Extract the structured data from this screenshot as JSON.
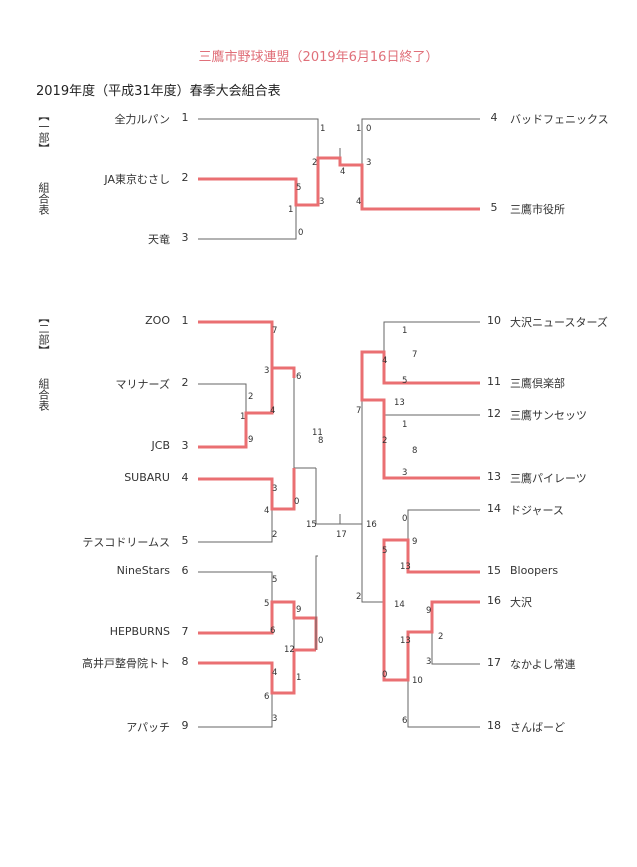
{
  "title": "三鷹市野球連盟（2019年6月16日終了）",
  "subtitle": "2019年度（平成31年度）春季大会組合表",
  "divisions": [
    {
      "bracket_label": "【一部】",
      "caption": "組合表"
    },
    {
      "bracket_label": "【二部】",
      "caption": "組合表"
    }
  ],
  "colors": {
    "winner": "#ea6f72",
    "line": "#666666",
    "title": "#e0707a"
  },
  "teams": [
    {
      "num": "1",
      "name": "全力ルパン"
    },
    {
      "num": "2",
      "name": "JA東京むさし"
    },
    {
      "num": "3",
      "name": "天竜"
    },
    {
      "num": "4",
      "name": "バッドフェニックス"
    },
    {
      "num": "5",
      "name": "三鷹市役所"
    },
    {
      "num": "1",
      "name": "ZOO"
    },
    {
      "num": "2",
      "name": "マリナーズ"
    },
    {
      "num": "3",
      "name": "JCB"
    },
    {
      "num": "4",
      "name": "SUBARU"
    },
    {
      "num": "5",
      "name": "テスコドリームス"
    },
    {
      "num": "6",
      "name": "NineStars"
    },
    {
      "num": "7",
      "name": "HEPBURNS"
    },
    {
      "num": "8",
      "name": "高井戸整骨院トト"
    },
    {
      "num": "9",
      "name": "アパッチ"
    },
    {
      "num": "10",
      "name": "大沢ニュースターズ"
    },
    {
      "num": "11",
      "name": "三鷹倶楽部"
    },
    {
      "num": "12",
      "name": "三鷹サンセッツ"
    },
    {
      "num": "13",
      "name": "三鷹パイレーツ"
    },
    {
      "num": "14",
      "name": "ドジャース"
    },
    {
      "num": "15",
      "name": "Bloopers"
    },
    {
      "num": "16",
      "name": "大沢"
    },
    {
      "num": "17",
      "name": "なかよし常連"
    },
    {
      "num": "18",
      "name": "さんばーど"
    }
  ],
  "scores": [
    "1",
    "1",
    "2",
    "5",
    "1",
    "3",
    "0",
    "4",
    "0",
    "3",
    "4",
    "7",
    "3",
    "6",
    "2",
    "1",
    "4",
    "9",
    "11",
    "8",
    "3",
    "4",
    "0",
    "2",
    "5",
    "5",
    "6",
    "9",
    "12",
    "0",
    "4",
    "6",
    "1",
    "3",
    "15",
    "17",
    "16",
    "1",
    "7",
    "5",
    "4",
    "13",
    "7",
    "1",
    "2",
    "8",
    "3",
    "0",
    "5",
    "9",
    "13",
    "2",
    "14",
    "9",
    "2",
    "3",
    "13",
    "0",
    "10",
    "6"
  ]
}
